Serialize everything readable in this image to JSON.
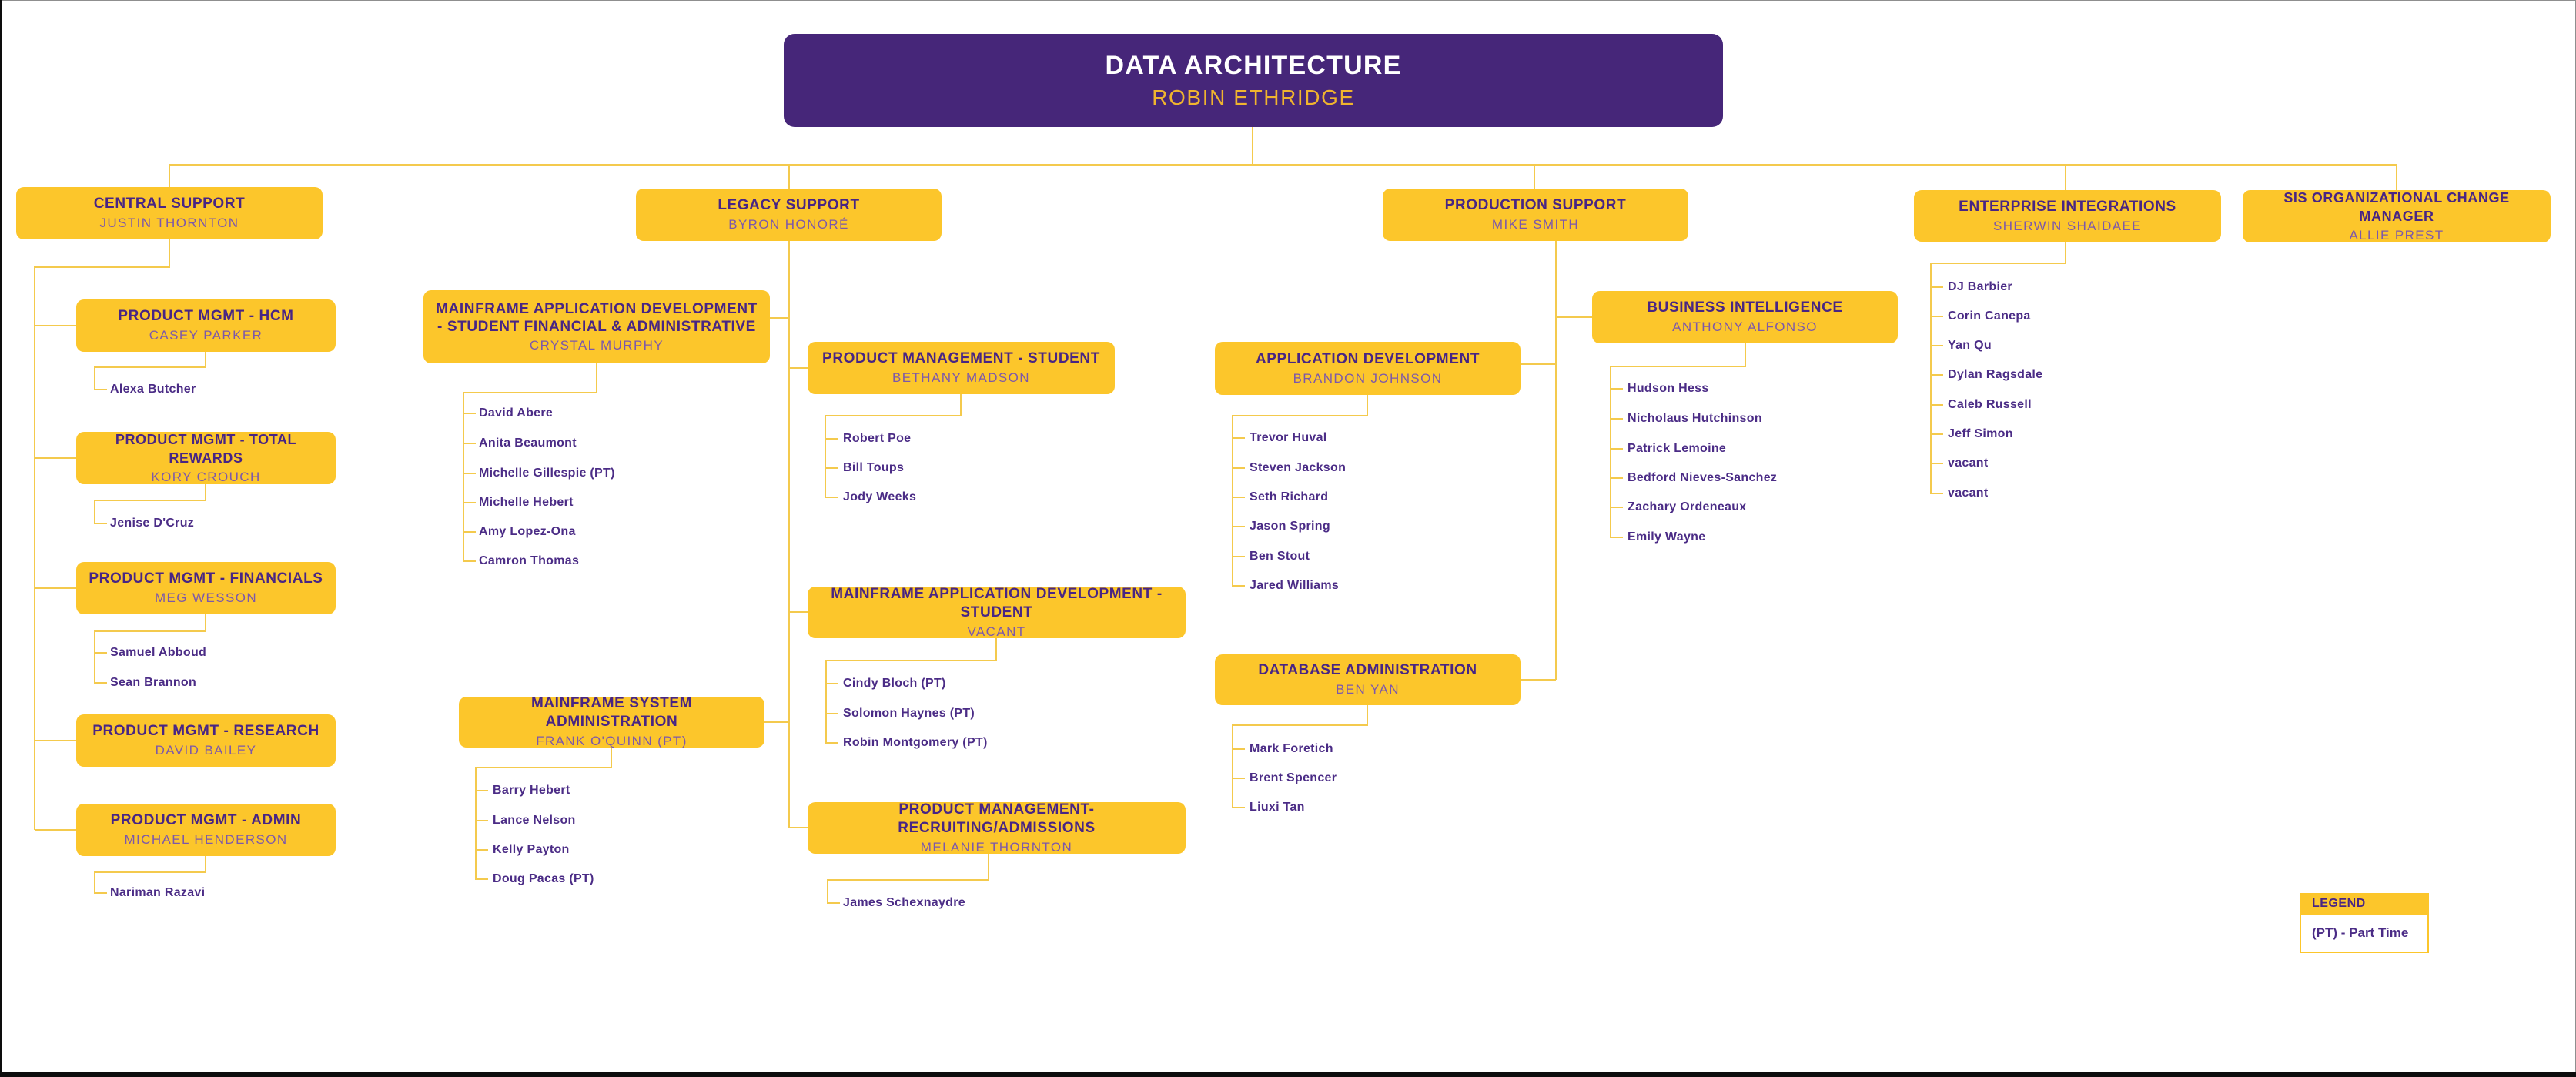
{
  "header": {
    "title": "DATA ARCHITECTURE",
    "name": "ROBIN ETHRIDGE"
  },
  "branches": {
    "central": {
      "title": "CENTRAL SUPPORT",
      "name": "JUSTIN THORNTON"
    },
    "legacy": {
      "title": "LEGACY SUPPORT",
      "name": "BYRON HONORÉ"
    },
    "production": {
      "title": "PRODUCTION SUPPORT",
      "name": "MIKE SMITH"
    },
    "enterprise": {
      "title": "ENTERPRISE INTEGRATIONS",
      "name": "SHERWIN SHAIDAEE"
    },
    "sis": {
      "title": "SIS ORGANIZATIONAL CHANGE MANAGER",
      "name": "ALLIE PREST"
    }
  },
  "units": {
    "hcm": {
      "title": "PRODUCT MGMT - HCM",
      "name": "CASEY PARKER"
    },
    "total_rewards": {
      "title": "PRODUCT MGMT - TOTAL REWARDS",
      "name": "KORY CROUCH"
    },
    "financials": {
      "title": "PRODUCT MGMT - FINANCIALS",
      "name": "MEG WESSON"
    },
    "research": {
      "title": "PRODUCT MGMT - RESEARCH",
      "name": "DAVID BAILEY"
    },
    "admin": {
      "title": "PRODUCT MGMT - ADMIN",
      "name": "MICHAEL HENDERSON"
    },
    "mainframe_sfa": {
      "title": "MAINFRAME APPLICATION  DEVELOPMENT - STUDENT FINANCIAL & ADMINISTRATIVE",
      "name": "CRYSTAL MURPHY"
    },
    "pm_student": {
      "title": "PRODUCT MANAGEMENT - STUDENT",
      "name": "BETHANY MADSON"
    },
    "mad_student": {
      "title": "MAINFRAME APPLICATION DEVELOPMENT - STUDENT",
      "name": "VACANT"
    },
    "mainframe_sysadmin": {
      "title": "MAINFRAME SYSTEM ADMINISTRATION",
      "name": "FRANK O'QUINN (PT)"
    },
    "pm_recruiting": {
      "title": "PRODUCT MANAGEMENT- RECRUITING/ADMISSIONS",
      "name": "MELANIE THORNTON"
    },
    "business_intelligence": {
      "title": "BUSINESS INTELLIGENCE",
      "name": "ANTHONY ALFONSO"
    },
    "app_dev": {
      "title": "APPLICATION DEVELOPMENT",
      "name": "BRANDON JOHNSON"
    },
    "db_admin": {
      "title": "DATABASE ADMINISTRATION",
      "name": "BEN YAN"
    }
  },
  "teams": {
    "hcm": [
      "Alexa Butcher"
    ],
    "total_rewards": [
      "Jenise D'Cruz"
    ],
    "financials": [
      "Samuel Abboud",
      "Sean Brannon"
    ],
    "admin": [
      "Nariman Razavi"
    ],
    "mainframe_sfa": [
      "David Abere",
      "Anita Beaumont",
      "Michelle Gillespie (PT)",
      "Michelle Hebert",
      "Amy Lopez-Ona",
      "Camron Thomas"
    ],
    "pm_student": [
      "Robert Poe",
      "Bill Toups",
      "Jody Weeks"
    ],
    "mad_student": [
      "Cindy Bloch (PT)",
      "Solomon Haynes (PT)",
      "Robin Montgomery (PT)"
    ],
    "mainframe_sysadmin": [
      "Barry Hebert",
      "Lance Nelson",
      "Kelly Payton",
      "Doug Pacas (PT)"
    ],
    "pm_recruiting": [
      "James Schexnaydre"
    ],
    "business_intelligence": [
      "Hudson Hess",
      "Nicholaus Hutchinson",
      "Patrick Lemoine",
      "Bedford Nieves-Sanchez",
      "Zachary Ordeneaux",
      "Emily Wayne"
    ],
    "app_dev": [
      "Trevor Huval",
      "Steven Jackson",
      "Seth Richard",
      "Jason Spring",
      "Ben Stout",
      "Jared Williams"
    ],
    "db_admin": [
      "Mark Foretich",
      "Brent Spencer",
      "Liuxi Tan"
    ],
    "enterprise": [
      "DJ Barbier",
      "Corin Canepa",
      "Yan Qu",
      "Dylan Ragsdale",
      "Caleb Russell",
      "Jeff Simon",
      "vacant",
      "vacant"
    ]
  },
  "legend": {
    "title": "LEGEND",
    "entry": "(PT) - Part Time"
  },
  "colors": {
    "purple": "#462679",
    "gold": "#FCC62B",
    "title_text": "#482584",
    "subtitle_text": "#7C58AB",
    "member_text": "#4B2C86",
    "connector": "#F4CA4D",
    "header_name_gold": "#F0B42E"
  }
}
